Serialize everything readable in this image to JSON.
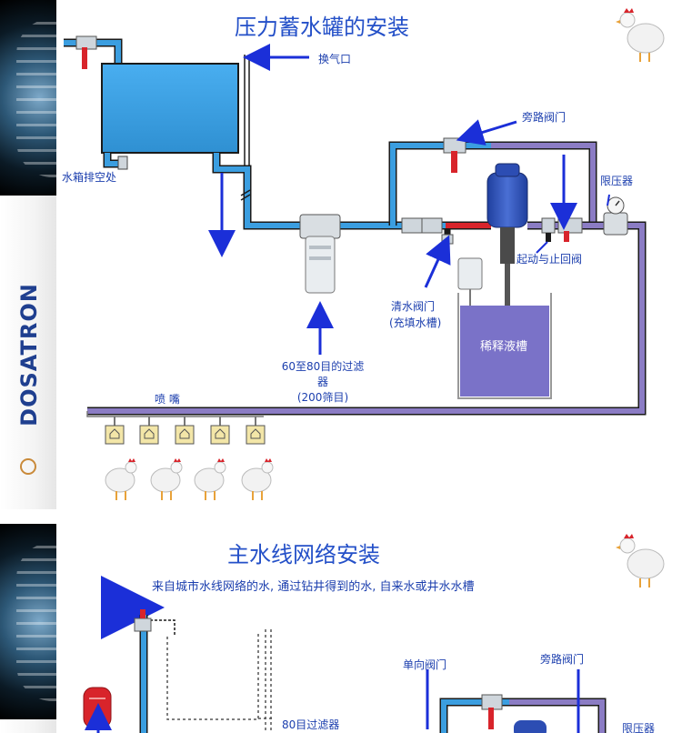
{
  "brand": {
    "logo_text": "DOSATRON"
  },
  "panel1": {
    "title": "压力蓄水罐的安装",
    "labels": {
      "vent": "换气口",
      "tank_drain": "水箱排空处",
      "bypass_valve": "旁路阀门",
      "pressure_limiter": "限压器",
      "start_check_valve": "起动与止回阀",
      "clean_valve_line1": "清水阀门",
      "clean_valve_line2": "(充填水槽)",
      "dilution_tank": "稀释液槽",
      "filter_line1": "60至80目的过滤",
      "filter_line2": "器",
      "filter_line3": "(200筛目)",
      "nozzle": "喷 嘴"
    }
  },
  "panel2": {
    "title": "主水线网络安装",
    "subtitle": "来自城市水线网络的水, 通过钻井得到的水, 自来水或井水水槽",
    "labels": {
      "check_valve": "单向阀门",
      "bypass_valve": "旁路阀门",
      "filter_80": "80目过滤器",
      "pressure_limiter": "限压器"
    }
  },
  "colors": {
    "pipe": "#3b9ee0",
    "pipe_dark": "#1a1a1a",
    "return_pipe": "#8b7cc4",
    "valve_red": "#d8242b",
    "arrow": "#1b2fd8",
    "tank": "#3ea4e6",
    "dilution_tank": "#7a72c8"
  },
  "icons": {
    "logo": "dosatron-logo",
    "chicken": "chicken-icon",
    "nozzle": "nozzle-icon",
    "valve": "valve-icon",
    "filter": "filter-icon",
    "dosatron_pump": "dosatron-pump-icon",
    "mixer": "mixer-icon",
    "pressure_gauge": "pressure-gauge-icon",
    "expansion_tank": "expansion-tank-icon"
  }
}
